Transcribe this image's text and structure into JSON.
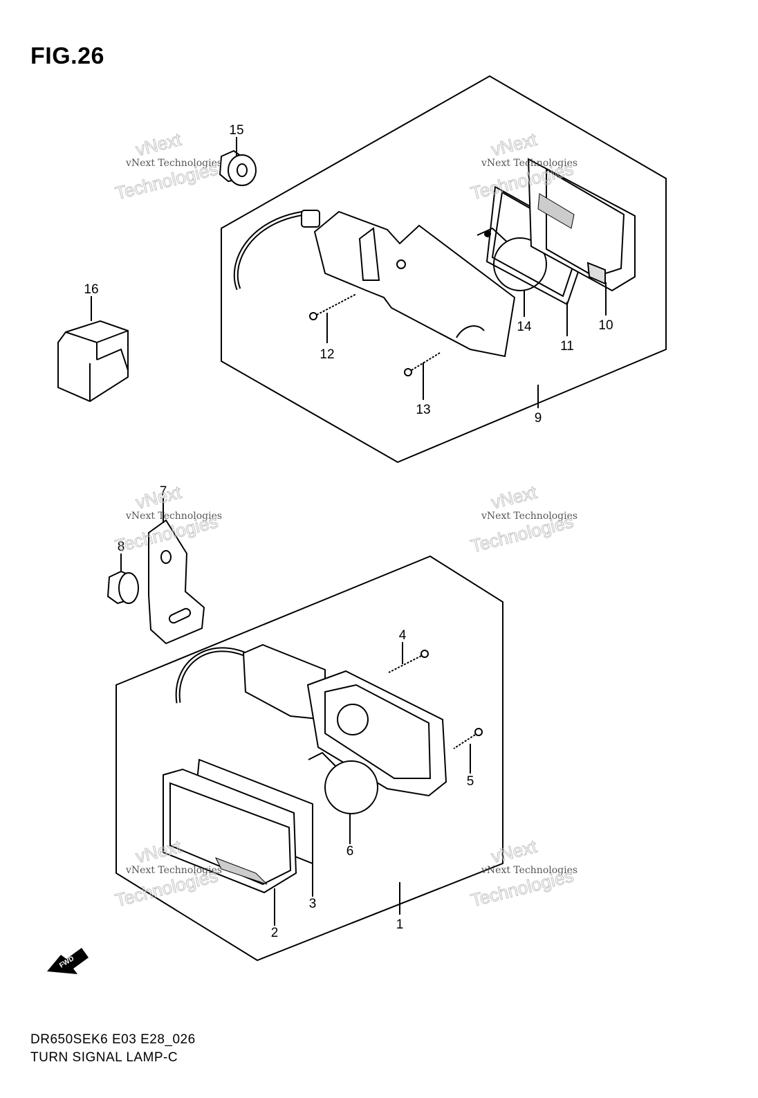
{
  "figure": {
    "title": "FIG.26",
    "model_code": "DR650SEK6 E03 E28_026",
    "section_name": "TURN SIGNAL LAMP-C"
  },
  "callouts": [
    "1",
    "2",
    "3",
    "4",
    "5",
    "6",
    "7",
    "8",
    "9",
    "10",
    "11",
    "12",
    "13",
    "14",
    "15",
    "16"
  ],
  "direction_badge": "FWD",
  "watermark": {
    "line1": "vNext Technologies",
    "line2": "vNext",
    "line3": "Technologies"
  },
  "colors": {
    "ink": "#000000",
    "watermark": "#bbbbbb",
    "background": "#ffffff"
  }
}
